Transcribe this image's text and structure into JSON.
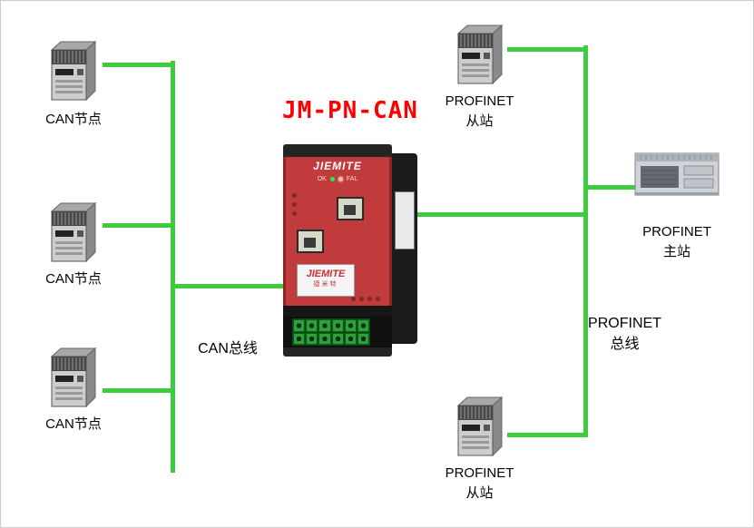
{
  "title": "JM-PN-CAN",
  "colors": {
    "bus_line_green": "#3dcc3d",
    "title_red": "#ff0000",
    "gateway_red": "#c13b3d"
  },
  "gateway": {
    "brand": "JIEMITE",
    "led_ok": "OK",
    "led_fal": "FAL",
    "label": "JIEMITE",
    "label_sub": "捷米特"
  },
  "can_bus": {
    "bus_label": "CAN总线",
    "nodes": [
      {
        "label": "CAN节点"
      },
      {
        "label": "CAN节点"
      },
      {
        "label": "CAN节点"
      }
    ]
  },
  "profinet_bus": {
    "bus_label": "PROFINET\n总线",
    "slave_top_label": "PROFINET\n从站",
    "slave_bottom_label": "PROFINET\n从站",
    "master_label": "PROFINET\n主站"
  }
}
